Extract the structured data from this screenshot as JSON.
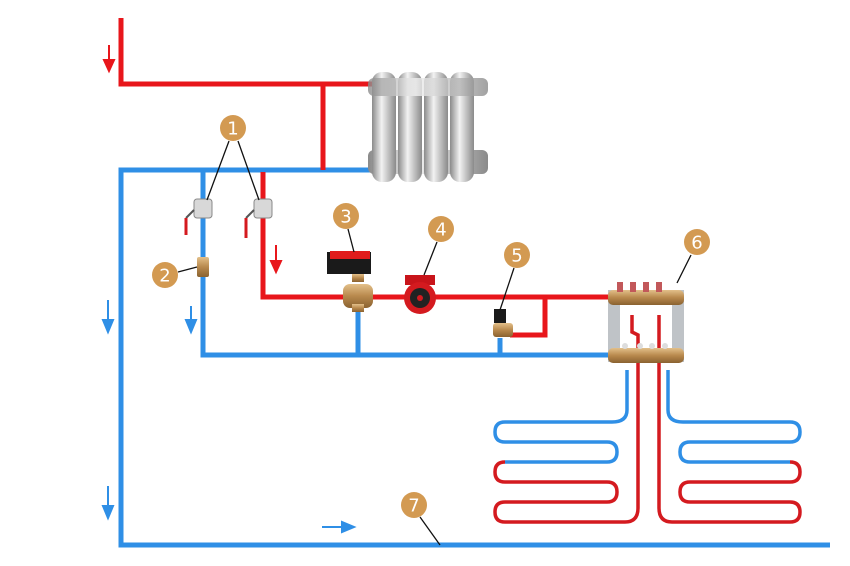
{
  "colors": {
    "supply": "#e8161b",
    "return": "#2f8fe6",
    "badge": "#d39a52",
    "brass": "#c89a5a",
    "radiator": "#cfcfcf"
  },
  "labels": [
    {
      "id": "1",
      "text": "1"
    },
    {
      "id": "2",
      "text": "2"
    },
    {
      "id": "3",
      "text": "3"
    },
    {
      "id": "4",
      "text": "4"
    },
    {
      "id": "5",
      "text": "5"
    },
    {
      "id": "6",
      "text": "6"
    },
    {
      "id": "7",
      "text": "7"
    }
  ],
  "components": [
    "ball-valve",
    "strainer",
    "three-way-mixing-valve",
    "circulation-pump",
    "bypass-valve",
    "manifold",
    "return-pipe"
  ],
  "icons": [
    "flow-arrow-down-red",
    "flow-arrow-down-blue",
    "flow-arrow-right-blue",
    "radiator-icon"
  ]
}
